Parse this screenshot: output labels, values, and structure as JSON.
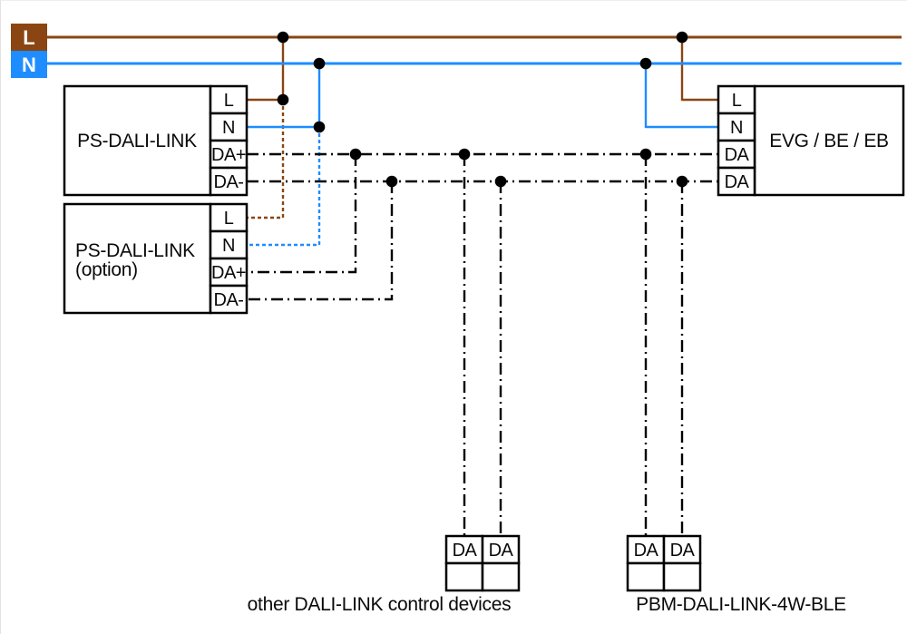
{
  "colors": {
    "line_l": "#8A4512",
    "neutral_n": "#1E8DFF",
    "dali": "#000000"
  },
  "bus": {
    "l_badge": "L",
    "n_badge": "N"
  },
  "devices": {
    "ps_main": {
      "label": "PS-DALI-LINK",
      "terminals": [
        "L",
        "N",
        "DA+",
        "DA-"
      ]
    },
    "ps_option": {
      "label_line1": "PS-DALI-LINK",
      "label_line2": "(option)",
      "terminals": [
        "L",
        "N",
        "DA+",
        "DA-"
      ]
    },
    "evg": {
      "label": "EVG / BE / EB",
      "terminals": [
        "L",
        "N",
        "DA",
        "DA"
      ]
    },
    "other_controls": {
      "caption": "other DALI-LINK control devices",
      "terminals": [
        "DA",
        "DA"
      ]
    },
    "pbm": {
      "caption": "PBM-DALI-LINK-4W-BLE",
      "terminals": [
        "DA",
        "DA"
      ]
    }
  }
}
